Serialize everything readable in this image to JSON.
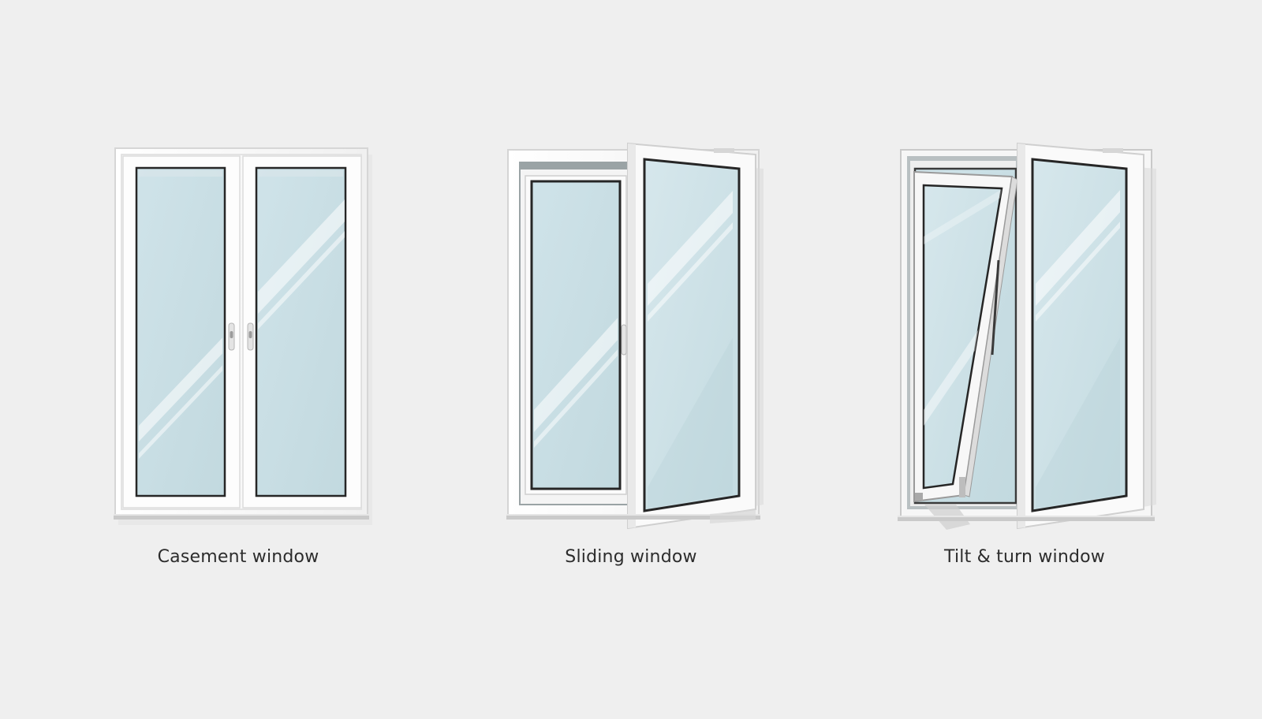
{
  "captions": {
    "casement": "Casement window",
    "sliding": "Sliding window",
    "tilt_turn": "Tilt & turn window"
  },
  "colors": {
    "background": "#efefef",
    "frame_white": "#fbfbfb",
    "frame_edge": "#d2d2d2",
    "glass": "#c7dde3",
    "glass_highlight": "#ffffff",
    "gasket": "#2a2a2a",
    "sill": "#c8c8c8",
    "caption_text": "#2c2c2c"
  },
  "icons": {
    "handle": "handle-icon"
  }
}
